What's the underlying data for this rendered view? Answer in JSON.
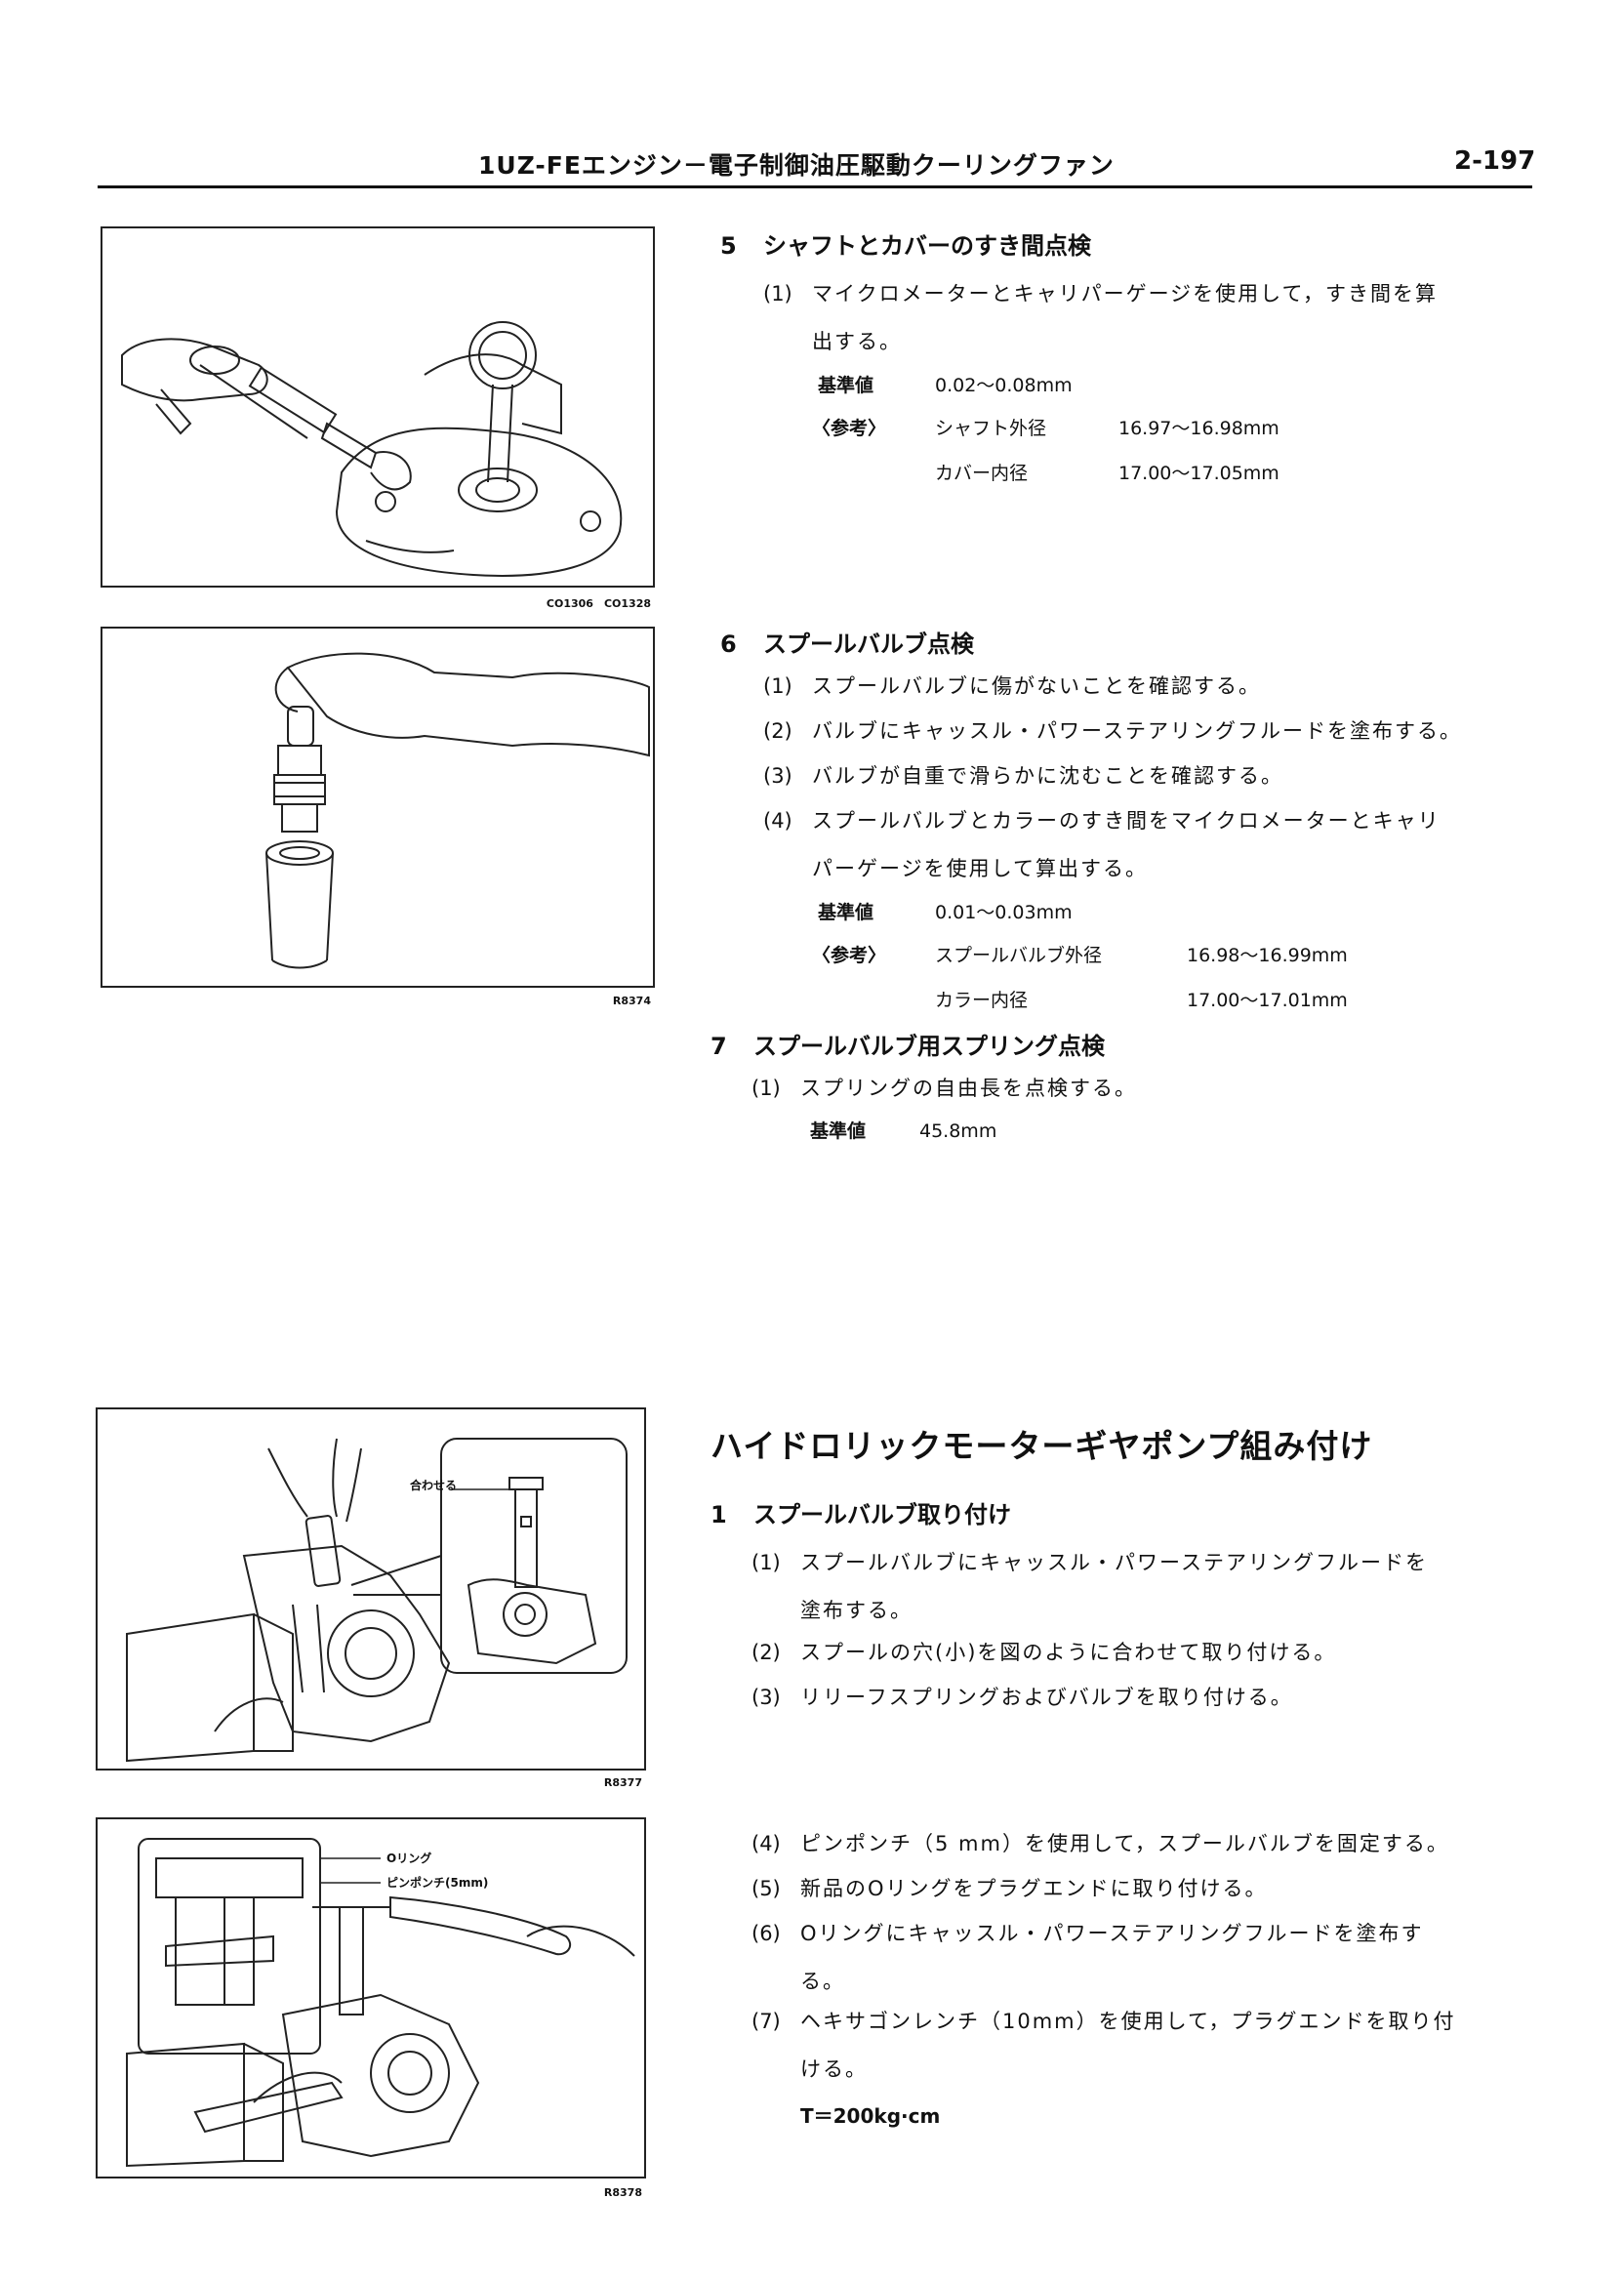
{
  "header": {
    "title": "1UZ-FEエンジン－電子制御油圧駆動クーリングファン",
    "page_number": "2-197"
  },
  "figures": [
    {
      "id": "fig1",
      "code": "CO1306　CO1328"
    },
    {
      "id": "fig2",
      "code": "R8374"
    },
    {
      "id": "fig3",
      "code": "R8377",
      "callout": "合わせる"
    },
    {
      "id": "fig4",
      "code": "R8378",
      "callouts": [
        "Oリング",
        "ピンポンチ(5mm)"
      ]
    }
  ],
  "inspection": {
    "step5": {
      "number": "5",
      "title": "シャフトとカバーのすき間点検",
      "items": [
        {
          "num": "(1)",
          "line1": "マイクロメーターとキャリパーゲージを使用して，すき間を算",
          "line2": "出する。"
        }
      ],
      "spec": {
        "label": "基準値",
        "value": "0.02〜0.08mm"
      },
      "ref": {
        "label": "〈参考〉",
        "rows": [
          {
            "name": "シャフト外径",
            "value": "16.97〜16.98mm"
          },
          {
            "name": "カバー内径",
            "value": "17.00〜17.05mm"
          }
        ]
      }
    },
    "step6": {
      "number": "6",
      "title": "スプールバルブ点検",
      "items": [
        {
          "num": "(1)",
          "text": "スプールバルブに傷がないことを確認する。"
        },
        {
          "num": "(2)",
          "text": "バルブにキャッスル・パワーステアリングフルードを塗布する。"
        },
        {
          "num": "(3)",
          "text": "バルブが自重で滑らかに沈むことを確認する。"
        },
        {
          "num": "(4)",
          "text": "スプールバルブとカラーのすき間をマイクロメーターとキャリ",
          "line2": "パーゲージを使用して算出する。"
        }
      ],
      "spec": {
        "label": "基準値",
        "value": "0.01〜0.03mm"
      },
      "ref": {
        "label": "〈参考〉",
        "rows": [
          {
            "name": "スプールバルブ外径",
            "value": "16.98〜16.99mm"
          },
          {
            "name": "カラー内径",
            "value": "17.00〜17.01mm"
          }
        ]
      }
    },
    "step7": {
      "number": "7",
      "title": "スプールバルブ用スプリング点検",
      "items": [
        {
          "num": "(1)",
          "text": "スプリングの自由長を点検する。"
        }
      ],
      "spec": {
        "label": "基準値",
        "value": "45.8mm"
      }
    }
  },
  "assembly": {
    "heading": "ハイドロリックモーターギヤポンプ組み付け",
    "step1": {
      "number": "1",
      "title": "スプールバルブ取り付け",
      "items": [
        {
          "num": "(1)",
          "line1": "スプールバルブにキャッスル・パワーステアリングフルードを",
          "line2": "塗布する。"
        },
        {
          "num": "(2)",
          "text": "スプールの穴(小)を図のように合わせて取り付ける。"
        },
        {
          "num": "(3)",
          "text": "リリーフスプリングおよびバルブを取り付ける。"
        },
        {
          "num": "(4)",
          "text": "ピンポンチ（5 mm）を使用して，スプールバルブを固定する。"
        },
        {
          "num": "(5)",
          "text": "新品のOリングをプラグエンドに取り付ける。"
        },
        {
          "num": "(6)",
          "line1": "Oリングにキャッスル・パワーステアリングフルードを塗布す",
          "line2": "る。"
        },
        {
          "num": "(7)",
          "line1": "ヘキサゴンレンチ（10mm）を使用して，プラグエンドを取り付",
          "line2": "ける。"
        }
      ],
      "torque": "T＝200kg·cm"
    }
  }
}
